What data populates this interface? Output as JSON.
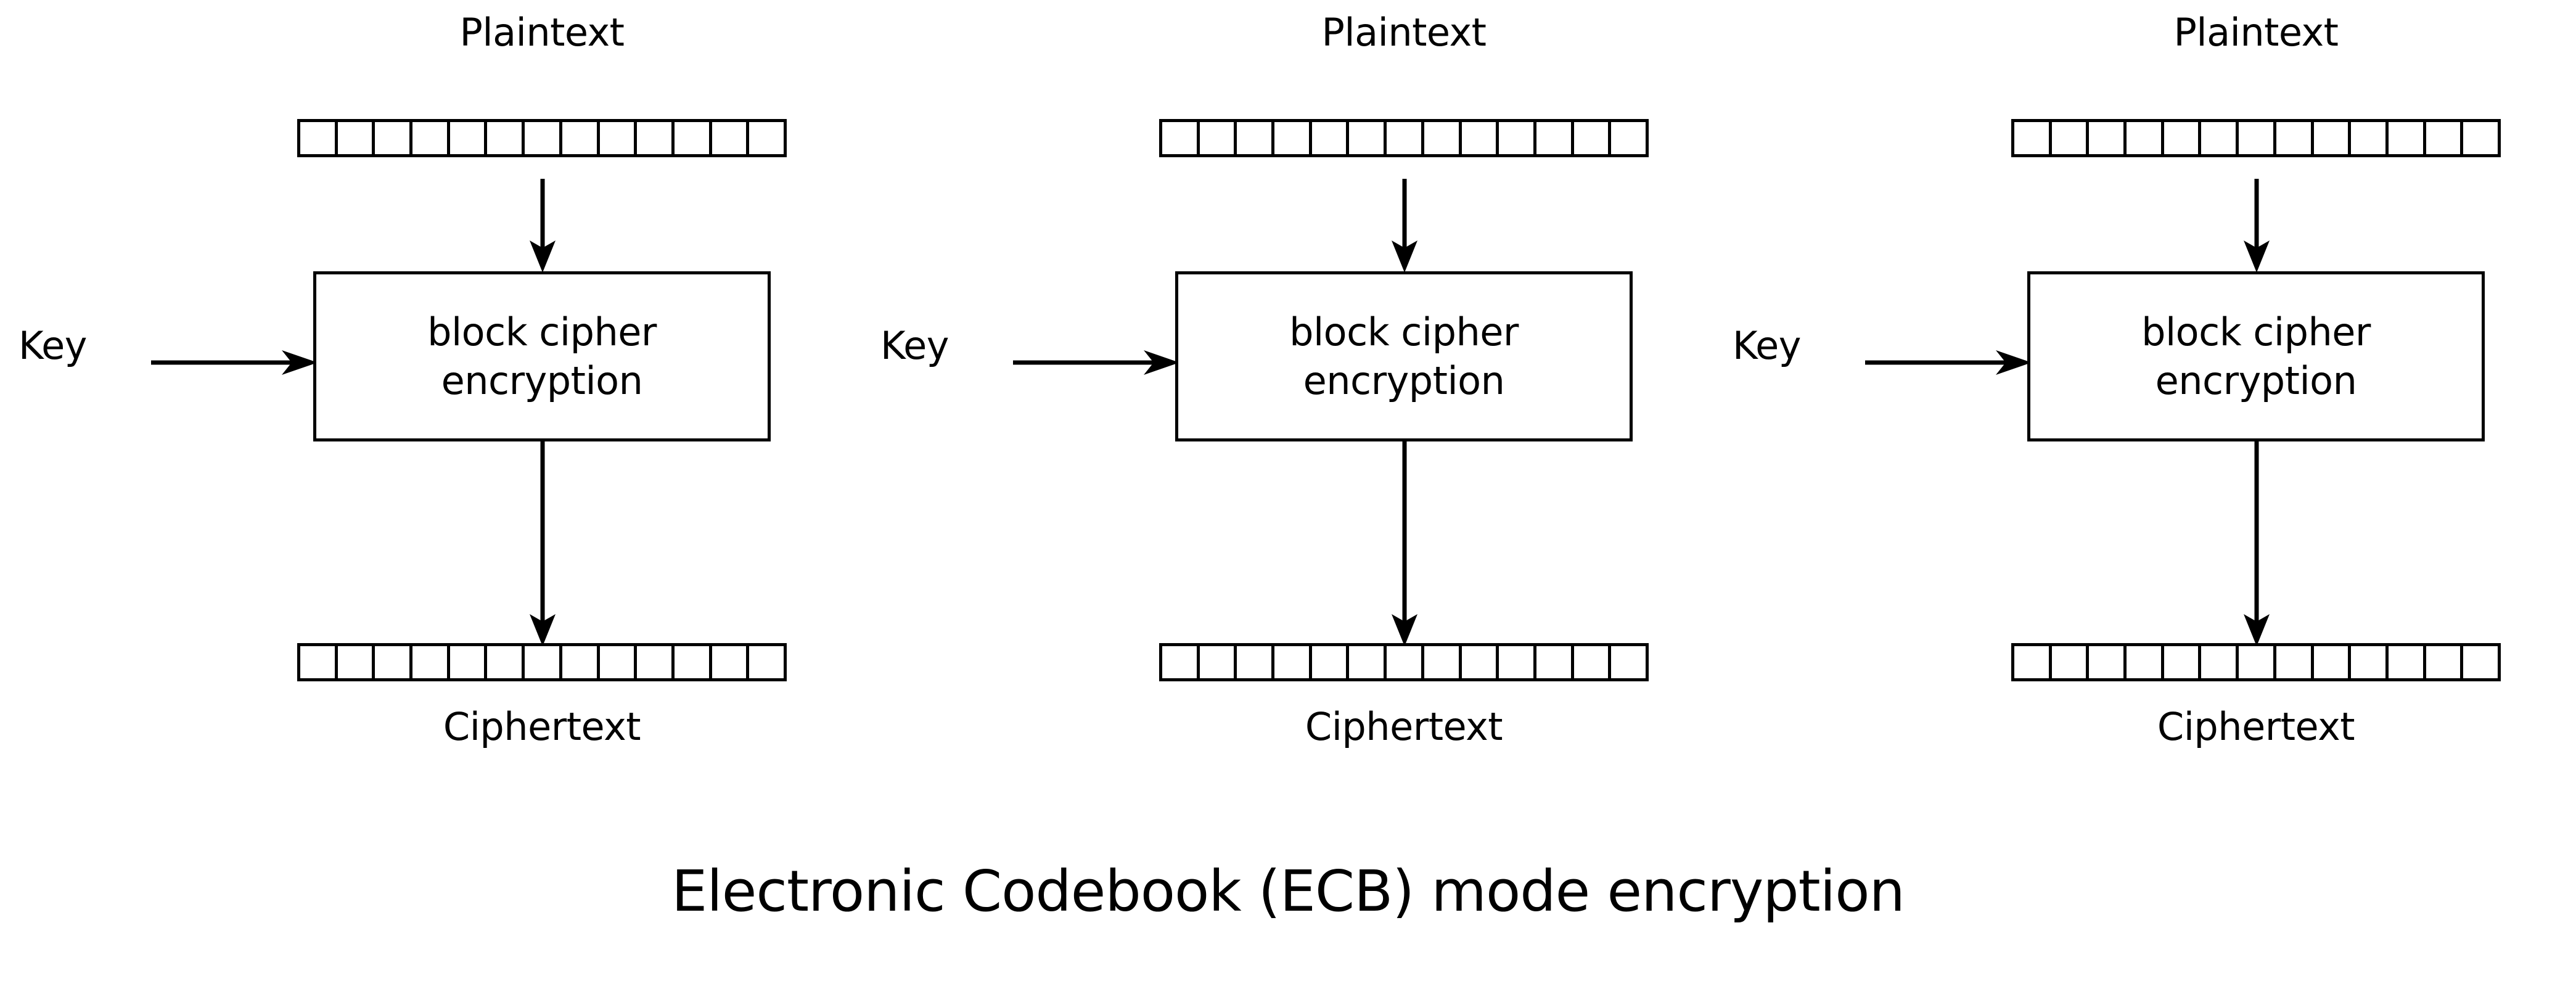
{
  "diagram": {
    "title": "Electronic Codebook (ECB) mode encryption",
    "background_color": "#ffffff",
    "stroke_color": "#000000",
    "blocks": [
      {
        "plaintext_label": "Plaintext",
        "key_label": "Key",
        "cipher_line1": "block cipher",
        "cipher_line2": "encryption",
        "ciphertext_label": "Ciphertext",
        "plaintext_cells": 13,
        "ciphertext_cells": 13
      },
      {
        "plaintext_label": "Plaintext",
        "key_label": "Key",
        "cipher_line1": "block cipher",
        "cipher_line2": "encryption",
        "ciphertext_label": "Ciphertext",
        "plaintext_cells": 13,
        "ciphertext_cells": 13
      },
      {
        "plaintext_label": "Plaintext",
        "key_label": "Key",
        "cipher_line1": "block cipher",
        "cipher_line2": "encryption",
        "ciphertext_label": "Ciphertext",
        "plaintext_cells": 13,
        "ciphertext_cells": 13
      }
    ],
    "icons": {
      "arrow_down": "arrow-down-icon",
      "arrow_right": "arrow-right-icon"
    }
  }
}
